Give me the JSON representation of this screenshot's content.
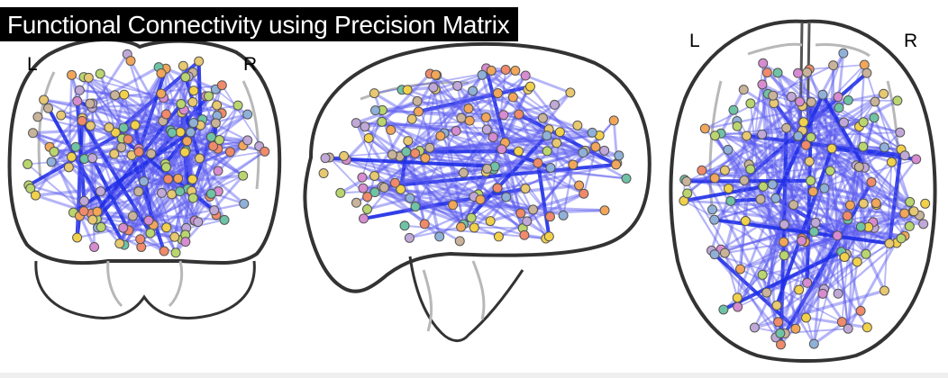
{
  "title": "Functional Connectivity using Precision Matrix",
  "views": [
    {
      "id": "coronal",
      "left_label": "L",
      "right_label": "R"
    },
    {
      "id": "sagittal",
      "left_label": "",
      "right_label": ""
    },
    {
      "id": "axial",
      "left_label": "L",
      "right_label": "R"
    }
  ],
  "colors": {
    "edge": "#5a5af0",
    "edge_strong": "#1f2fe6",
    "outline": "#333333",
    "inner_outline": "#b8b8b8",
    "node_palette": [
      "#f2d14a",
      "#c9b39a",
      "#f08a6a",
      "#b9d66e",
      "#d78bd0",
      "#8fb0d8",
      "#6fc3a5",
      "#e8c870",
      "#c0a8d8",
      "#f2a65a"
    ]
  }
}
